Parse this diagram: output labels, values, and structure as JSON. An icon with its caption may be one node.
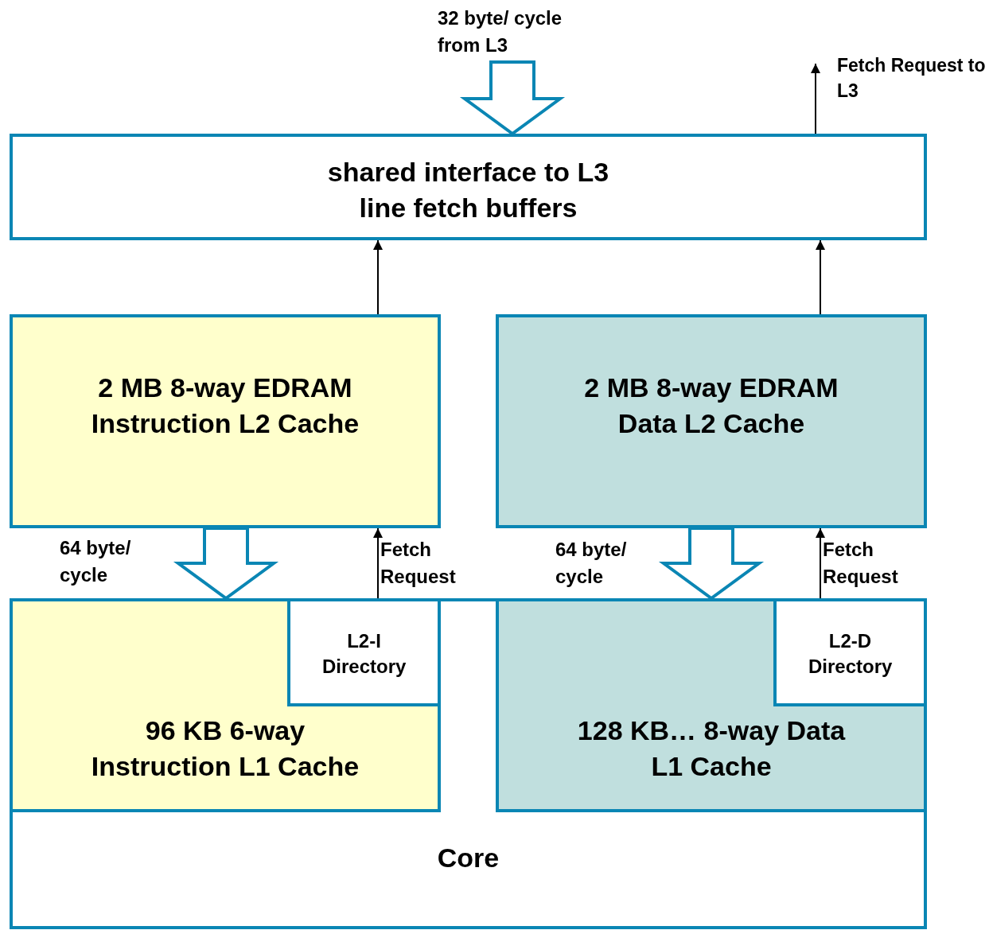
{
  "diagram": {
    "nodes": [
      {
        "text": [
          "shared interface to L3 line fetch buffers"
        ]
      },
      {
        "text": [
          "2 MB 8-way EDRAM Instruction L2 Cache"
        ]
      },
      {
        "text": [
          "2 MB 8-way EDRAM Data L2 Cache"
        ]
      },
      {
        "text": [
          "Core"
        ]
      },
      {
        "text": [
          "96 KB 6-way Instruction L1 Cache"
        ],
        "in": 3
      },
      {
        "text": [
          "L2-I Directory"
        ],
        "in": 4
      },
      {
        "text": [
          "128 KB… 8-way Data L1 Cache"
        ],
        "in": 3
      },
      {
        "text": [
          "L2-D Directory"
        ],
        "in": 6
      }
    ],
    "edges": [
      {
        "from": null,
        "to": 0,
        "arrow": "to",
        "label": "32 byte/ cycle from L3",
        "style": "thick",
        "color": "#0a86b4"
      },
      {
        "from": 0,
        "to": null,
        "arrow": "to",
        "label": "Fetch Request to L3"
      },
      {
        "from": 1,
        "to": 4,
        "arrow": "to",
        "label": "64 byte/ cycle",
        "style": "thick",
        "color": "#0a86b4"
      },
      {
        "from": 2,
        "to": 6,
        "arrow": "to",
        "label": "64 byte/ cycle",
        "style": "thick",
        "color": "#0a86b4"
      },
      {
        "from": 5,
        "to": 1,
        "arrow": "to",
        "label": "Fetch Request"
      },
      {
        "from": 1,
        "to": 0,
        "arrow": "to"
      },
      {
        "from": 7,
        "to": 2,
        "arrow": "to",
        "label": "Fetch Request"
      },
      {
        "from": 2,
        "to": 0,
        "arrow": "to"
      }
    ]
  }
}
